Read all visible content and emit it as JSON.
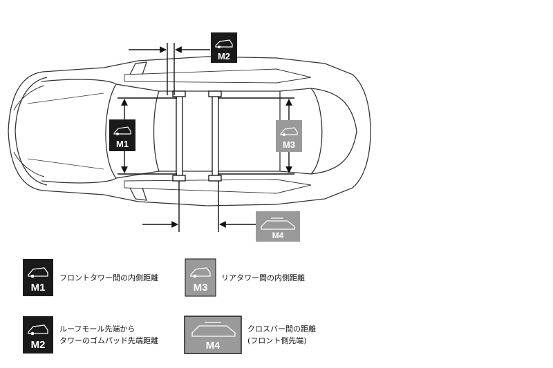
{
  "badges": {
    "m1": "M1",
    "m2": "M2",
    "m3": "M3",
    "m4": "M4"
  },
  "legend": {
    "m1_desc": "フロントタワー間の内側距離",
    "m3_desc": "リアタワー間の内側距離",
    "m2_desc_line1": "ルーフモール先端から",
    "m2_desc_line2": "タワーのゴムパッド先端距離",
    "m4_desc_line1": "クロスバー間の距離",
    "m4_desc_line2": "(フロント側先端)"
  },
  "colors": {
    "dark_badge": "#1a1a1a",
    "gray_badge": "#9a9a9a",
    "line": "#111111"
  }
}
